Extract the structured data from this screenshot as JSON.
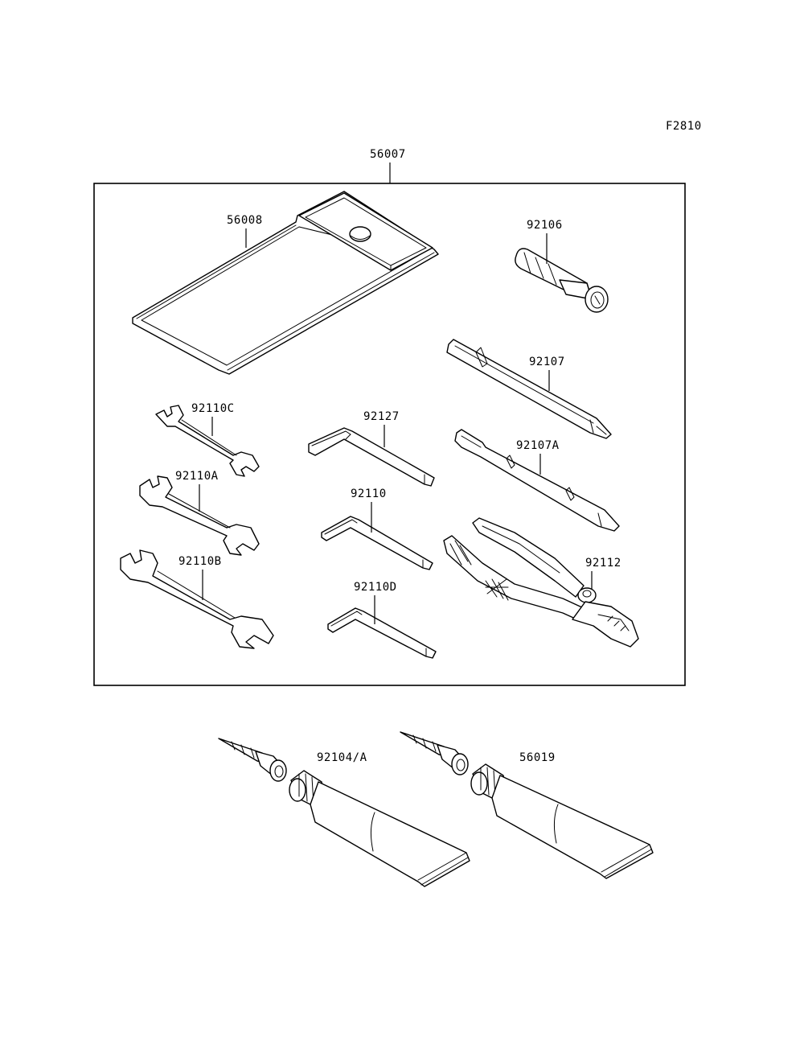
{
  "figure_code": "F2810",
  "labels": {
    "tool_kit": "56007",
    "tool_bag": "56008",
    "bit_holder": "92106",
    "screwdriver": "92107",
    "screwdriver_a": "92107A",
    "wrench_c": "92110C",
    "wrench_a": "92110A",
    "wrench_b": "92110B",
    "hex_wrench_large": "92127",
    "hex_wrench": "92110",
    "hex_wrench_d": "92110D",
    "pliers": "92112",
    "grease_tube": "92104/A",
    "sealant_tube": "56019"
  }
}
